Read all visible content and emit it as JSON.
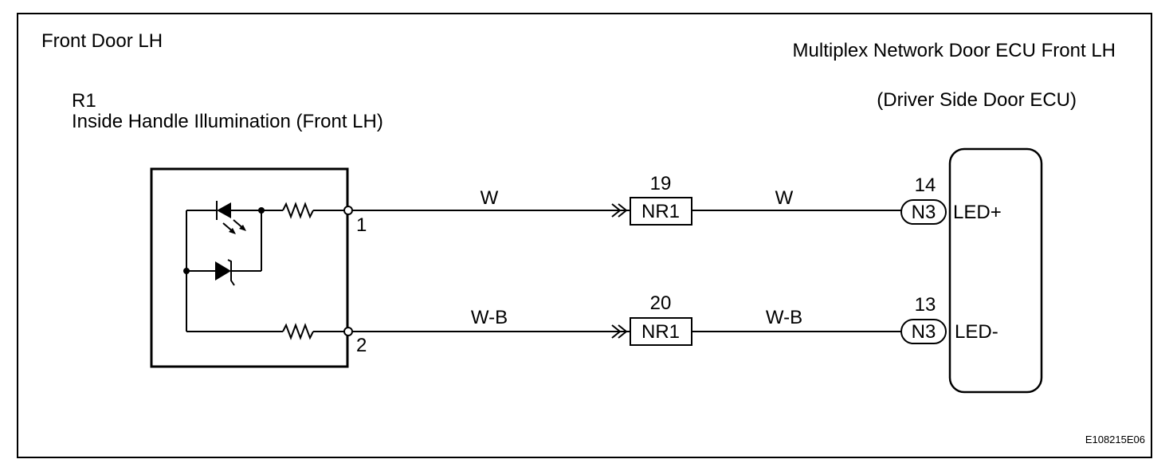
{
  "area_label": "Front Door LH",
  "component": {
    "code": "R1",
    "name": "Inside Handle Illumination (Front LH)",
    "pins": [
      "1",
      "2"
    ]
  },
  "ecu": {
    "name": "Multiplex Network Door ECU Front LH",
    "subtitle": "(Driver Side Door ECU)"
  },
  "wires": [
    {
      "color_left": "W",
      "junction_pin": "19",
      "junction": "NR1",
      "color_right": "W",
      "ecu_pin": "14",
      "ecu_connector": "N3",
      "signal": "LED+"
    },
    {
      "color_left": "W-B",
      "junction_pin": "20",
      "junction": "NR1",
      "color_right": "W-B",
      "ecu_pin": "13",
      "ecu_connector": "N3",
      "signal": "LED-"
    }
  ],
  "figure_code": "E108215E06"
}
